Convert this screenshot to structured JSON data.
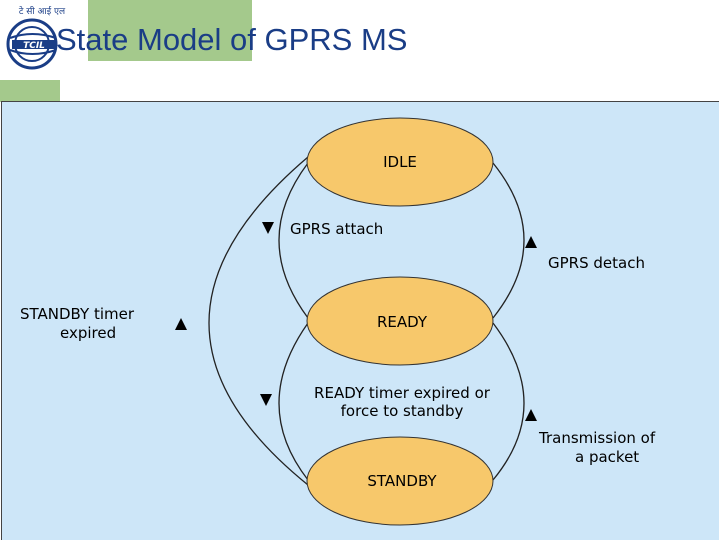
{
  "title": "State Model of GPRS MS",
  "logo": {
    "icon": "tcil-logo-icon",
    "text": "TCIL",
    "devanagari": "टे सी आई एल"
  },
  "colors": {
    "panel": "#cde6f8",
    "state_fill": "#f7c86b",
    "title": "#1a3d86",
    "accent_green": "#a4c98c"
  },
  "diagram": {
    "states": {
      "idle": "IDLE",
      "ready": "READY",
      "standby": "STANDBY"
    },
    "transitions": {
      "gprs_attach": "GPRS attach",
      "gprs_detach": "GPRS detach",
      "standby_timer_1": "STANDBY timer",
      "standby_timer_2": "expired",
      "ready_timer_1": "READY timer expired or",
      "ready_timer_2": "force to standby",
      "transmission_1": "Transmission of",
      "transmission_2": "a packet"
    }
  }
}
